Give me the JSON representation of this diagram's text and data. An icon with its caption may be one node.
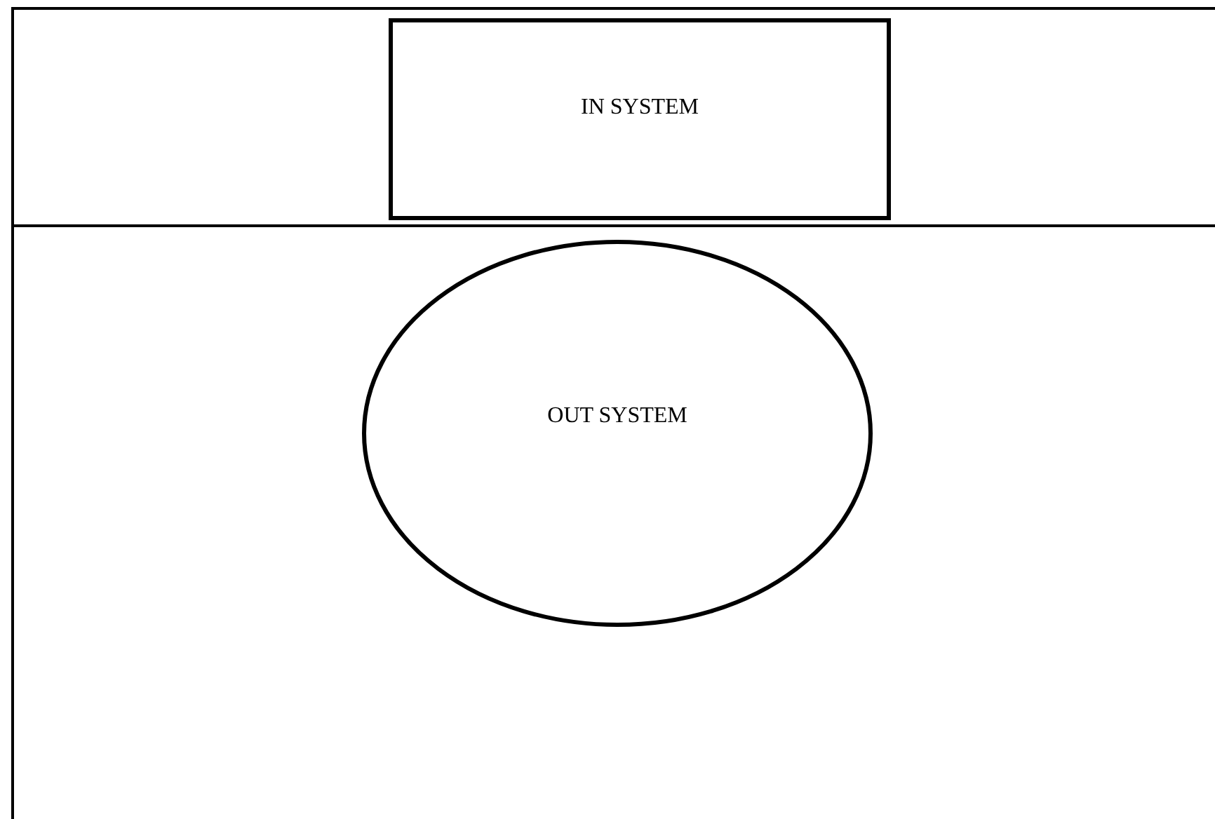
{
  "diagram": {
    "nodes": [
      {
        "text": [],
        "shape": "box"
      },
      {
        "text": [
          "IN SYSTEM"
        ],
        "in": 0
      },
      {
        "text": [],
        "shape": "box"
      },
      {
        "text": [
          "OUT SYSTEM"
        ],
        "in": 2
      }
    ],
    "edges": []
  }
}
